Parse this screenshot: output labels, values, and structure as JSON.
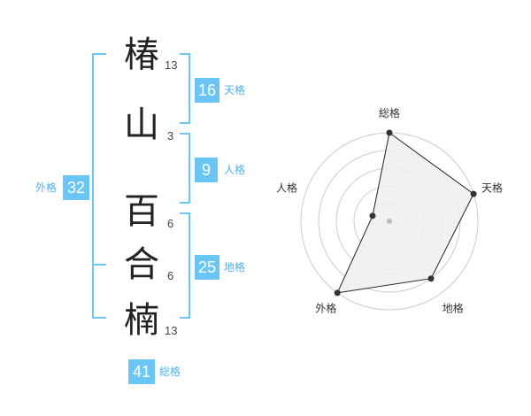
{
  "name_chars": [
    {
      "char": "椿",
      "strokes": "13"
    },
    {
      "char": "山",
      "strokes": "3"
    },
    {
      "char": "百",
      "strokes": "6"
    },
    {
      "char": "合",
      "strokes": "6"
    },
    {
      "char": "楠",
      "strokes": "13"
    }
  ],
  "fortunes": {
    "tenkaku": {
      "label": "天格",
      "value": "16"
    },
    "jinkaku": {
      "label": "人格",
      "value": "9"
    },
    "chikaku": {
      "label": "地格",
      "value": "25"
    },
    "gaikaku": {
      "label": "外格",
      "value": "32"
    },
    "soukaku": {
      "label": "総格",
      "value": "41"
    }
  },
  "colors": {
    "accent": "#6cc6f5",
    "accent_text": "#4fb2ea",
    "radar_fill": "#eeeeee",
    "radar_stroke": "#222222"
  },
  "chart_data": {
    "type": "radar",
    "axes": [
      "総格",
      "天格",
      "地格",
      "外格",
      "人格"
    ],
    "values": [
      5,
      5,
      4,
      5,
      1
    ],
    "rmax": 5
  }
}
